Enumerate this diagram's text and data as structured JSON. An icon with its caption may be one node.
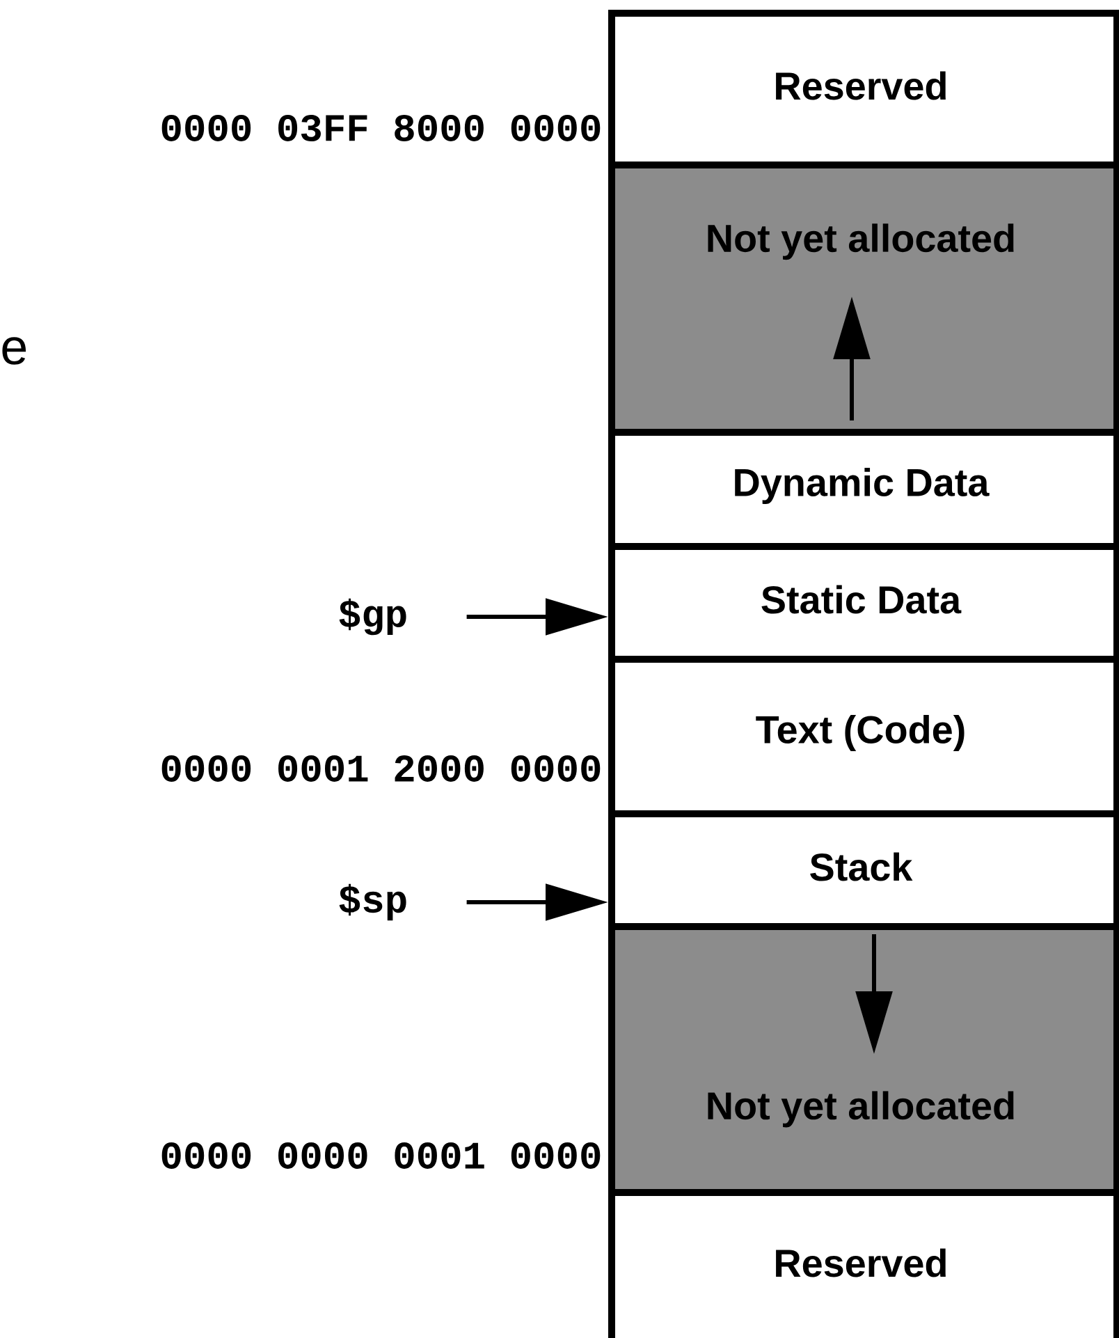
{
  "diagram": {
    "nodes": [
      {
        "text": [
          "Reserved"
        ]
      },
      {
        "text": [
          "Not yet allocated"
        ]
      },
      {
        "text": [
          "Dynamic Data"
        ]
      },
      {
        "text": [
          "Static Data"
        ]
      },
      {
        "text": [
          "Text (Code)"
        ]
      },
      {
        "text": [
          "Stack"
        ]
      },
      {
        "text": [
          "Not yet allocated"
        ]
      },
      {
        "text": [
          "Reserved"
        ]
      },
      {
        "text": [
          "$gp"
        ]
      },
      {
        "text": [
          "$sp"
        ]
      }
    ],
    "edges": [
      {
        "from": 8,
        "to": 3,
        "arrow": "to"
      },
      {
        "from": 9,
        "to": 5,
        "arrow": "to"
      }
    ],
    "labels": [
      "0000 03FF 8000 0000",
      "e",
      "0000 0001 2000 0000",
      "0000 0000 0001 0000"
    ]
  }
}
